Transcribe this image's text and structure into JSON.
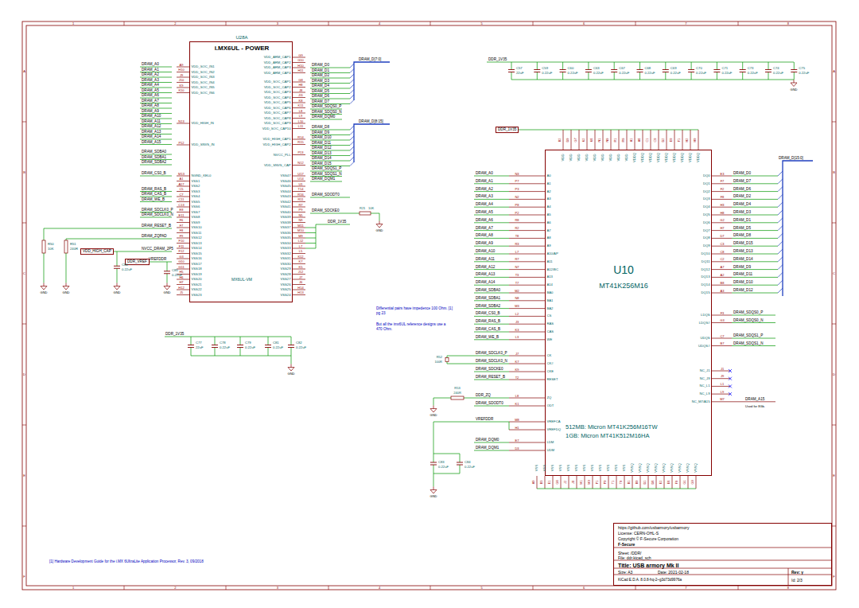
{
  "diagram": {
    "nodes": [
      {
        "text": [
          "U28A",
          "i.MX6UL - POWER",
          "MX6UL-VM"
        ]
      },
      {
        "text": [
          "U10",
          "MT41K256M16",
          "512MB: Micron MT41K256M16TW",
          "1GB: Micron MT41K512M16HA"
        ]
      },
      {
        "text": [
          "https://github.com/usbarmory/usbarmory",
          "License: CERN-OHL-S",
          "Copyright © F-Secure Corporation",
          "F-Secure",
          "Sheet: /DDR/",
          "File: ddr.kicad_sch",
          "Title: USB armory Mk II",
          "Size: A3",
          "Date: 2021-02-18",
          "Rev: γ",
          "KiCad E.D.A. 8.0.8-hq-2~g3d73d9976a",
          "Id: 2/3"
        ]
      }
    ],
    "labels": [
      "1",
      "2",
      "3",
      "4",
      "5",
      "6",
      "7",
      "8",
      "1",
      "2",
      "3",
      "4",
      "5",
      "6",
      "7",
      "8",
      "A",
      "B",
      "C",
      "D",
      "E",
      "F",
      "A",
      "B",
      "C",
      "D",
      "E",
      "F",
      "A9",
      "H10",
      "J9",
      "J10",
      "K9",
      "K10",
      "N13",
      "P12",
      "M13",
      "A1",
      "A17",
      "C5",
      "C7",
      "C11",
      "C13",
      "E8",
      "E11",
      "F6",
      "F7",
      "F8",
      "F9",
      "F10",
      "F11",
      "F12",
      "G3",
      "G10",
      "G11",
      "H5",
      "H6",
      "H7",
      "H12",
      "J5",
      "VDD_SOC_IN1",
      "VDD_SOC_IN2",
      "VDD_SOC_IN3",
      "VDD_SOC_IN4",
      "VDD_SOC_IN5",
      "VDD_SOC_IN6",
      "VDD_HIGH_IN",
      "VDD_SNVS_IN",
      "NGND_KEL0",
      "VSS1",
      "VSS2",
      "VSS3",
      "VSS4",
      "VSS5",
      "VSS6",
      "VSS7",
      "VSS8",
      "VSS9",
      "VSS10",
      "VSS11",
      "VSS12",
      "VSS13",
      "VSS14",
      "VSS15",
      "VSS16",
      "VSS17",
      "VSS18",
      "VSS19",
      "VSS20",
      "VSS21",
      "VSS22",
      "VSS23",
      "G9",
      "G10",
      "H10",
      "H11",
      "G8",
      "H8",
      "J8",
      "J11",
      "K8",
      "K11",
      "L8",
      "L9",
      "L10",
      "L11",
      "R14",
      "R15",
      "P13",
      "N12",
      "U17",
      "U14",
      "U1",
      "T14",
      "R16",
      "R11",
      "R7",
      "P9",
      "N5",
      "N9",
      "M11",
      "M10",
      "M9",
      "L12",
      "L7",
      "L5",
      "K12",
      "K7",
      "K5",
      "J12",
      "J7",
      "J6",
      "H14",
      "H13",
      "VDD_ARM_CAP1",
      "VDD_ARM_CAP2",
      "VDD_ARM_CAP3",
      "VDD_ARM_CAP4",
      "VDD_SOC_CAP1",
      "VDD_SOC_CAP2",
      "VDD_SOC_CAP3",
      "VDD_SOC_CAP4",
      "VDD_SOC_CAP5",
      "VDD_SOC_CAP6",
      "VDD_SOC_CAP7",
      "VDD_SOC_CAP8",
      "VDD_SOC_CAP9",
      "VDD_SOC_CAP10",
      "VDD_HIGH_CAP1",
      "VDD_HIGH_CAP2",
      "NVCC_PLL",
      "VDD_SNVS_CAP",
      "VSS47",
      "VSS46",
      "VSS45",
      "VSS44",
      "VSS43",
      "VSS42",
      "VSS41",
      "VSS40",
      "VSS39",
      "VSS38",
      "VSS37",
      "VSS36",
      "VSS35",
      "VSS34",
      "VSS33",
      "VSS32",
      "VSS31",
      "VSS30",
      "VSS29",
      "VSS28",
      "VSS27",
      "VSS26",
      "VSS25",
      "VSS24",
      "DRAM_A0",
      "DRAM_A1",
      "DRAM_A2",
      "DRAM_A3",
      "DRAM_A4",
      "DRAM_A5",
      "DRAM_A6",
      "DRAM_A7",
      "DRAM_A8",
      "DRAM_A9",
      "DRAM_A10",
      "DRAM_A11",
      "DRAM_A12",
      "DRAM_A13",
      "DRAM_A14",
      "DRAM_A15",
      "DRAM_SDBA0",
      "DRAM_SDBA1",
      "DRAM_SDBA2",
      "DRAM_CS0_B",
      "DRAM_RAS_B",
      "DRAM_CAS_B",
      "DRAM_WE_B",
      "DRAM_SDCLK0_P",
      "DRAM_SDCLK0_N",
      "DRAM_RESET_B",
      "DRAM_ZQPAD",
      "NVCC_DRAM_2P5",
      "VREFDDR",
      "VDD_HIGH_CAP",
      "DDR_VREF",
      "R50",
      "10K",
      "R51",
      "240R",
      "C80",
      "0.22uF",
      "C85",
      "0.22uF",
      "GND",
      "GND",
      "GND",
      "GND",
      "DRAM_D0",
      "DRAM_D1",
      "DRAM_D2",
      "DRAM_D3",
      "DRAM_D4",
      "DRAM_D5",
      "DRAM_D6",
      "DRAM_D7",
      "DRAM_SDQS0_P",
      "DRAM_SDQS0_N",
      "DRAM_DQM0",
      "DRAM_D8",
      "DRAM_D9",
      "DRAM_D10",
      "DRAM_D11",
      "DRAM_D12",
      "DRAM_D13",
      "DRAM_D14",
      "DRAM_D15",
      "DRAM_SDQS1_P",
      "DRAM_SDQS1_N",
      "DRAM_DQM1",
      "DRAM_SDODT0",
      "DRAM_SDCKE0",
      "DDR_1V35",
      "DRAM_D[7:0]",
      "DRAM_D[8:15]",
      "R21",
      "10K",
      "GND",
      "DDR_1V35",
      "C77",
      "22uF",
      "C78",
      "0.22uF",
      "C79",
      "0.22uF",
      "C81",
      "0.22uF",
      "C82",
      "0.22uF",
      "GND",
      "Differential pairs have impedence 100 Ohm. [1] pg 23",
      "But all the imx6UL reference designs use a 470 Ohm.",
      "[1] Hardware Development Guide for the i.MX 6UltraLite Application Processor, Rev. 3, 09/2018",
      "DDR_1V35",
      "C57",
      "22uF",
      "C59",
      "0.22uF",
      "C60",
      "0.22uF",
      "C63",
      "0.22uF",
      "C67",
      "0.22uF",
      "C68",
      "0.22uF",
      "C69",
      "0.22uF",
      "C70",
      "0.22uF",
      "C71",
      "0.22uF",
      "C73",
      "0.22uF",
      "C74",
      "0.22uF",
      "C75",
      "0.22uF",
      "GND",
      "DDR_1V35",
      "B2",
      "D9",
      "G7",
      "K2",
      "K8",
      "N1",
      "N9",
      "R1",
      "R9",
      "A1",
      "A8",
      "C1",
      "C9",
      "D2",
      "E9",
      "F1",
      "H2",
      "H9",
      "VDD",
      "VDD",
      "VDD",
      "VDD",
      "VDD",
      "VDD",
      "VDD",
      "VDD",
      "VDD",
      "VDDQ",
      "VDDQ",
      "VDDQ",
      "VDDQ",
      "VDDQ",
      "VDDQ",
      "VDDQ",
      "VDDQ",
      "VDDQ",
      "VSS",
      "VSS",
      "VSS",
      "VSS",
      "VSS",
      "VSS",
      "VSS",
      "VSS",
      "VSS",
      "VSS",
      "VSS",
      "VSS",
      "VSSQ",
      "VSSQ",
      "VSSQ",
      "VSSQ",
      "VSSQ",
      "VSSQ",
      "VSSQ",
      "VSSQ",
      "VSSQ",
      "A9",
      "B3",
      "E1",
      "G8",
      "J2",
      "J8",
      "M1",
      "M9",
      "P1",
      "P9",
      "T1",
      "T9",
      "B1",
      "B9",
      "D1",
      "D8",
      "E2",
      "E8",
      "F9",
      "G1",
      "G9",
      "N3",
      "P7",
      "P3",
      "N2",
      "P8",
      "P2",
      "R8",
      "R2",
      "T8",
      "R3",
      "L7",
      "R7",
      "N7",
      "T3",
      "T7",
      "M2",
      "N8",
      "M3",
      "L2",
      "J3",
      "K3",
      "L3",
      "J7",
      "K7",
      "K9",
      "T2",
      "L8",
      "K1",
      "M8",
      "H1",
      "E7",
      "D3",
      "A0",
      "A1",
      "A2",
      "A3",
      "A4",
      "A5",
      "A6",
      "A7",
      "A8",
      "A9",
      "A10/AP",
      "A11",
      "A12/BC",
      "A13",
      "A14",
      "BA0",
      "BA1",
      "BA2",
      "CS",
      "RAS",
      "CAS",
      "WE",
      "CK",
      "CK#",
      "CKE",
      "RESET",
      "ZQ",
      "ODT",
      "VREFCA",
      "VREFDQ",
      "LDM",
      "UDM",
      "DRAM_A0",
      "DRAM_A1",
      "DRAM_A2",
      "DRAM_A3",
      "DRAM_A4",
      "DRAM_A5",
      "DRAM_A6",
      "DRAM_A7",
      "DRAM_A8",
      "DRAM_A9",
      "DRAM_A10",
      "DRAM_A11",
      "DRAM_A12",
      "DRAM_A13",
      "DRAM_A14",
      "DRAM_SDBA0",
      "DRAM_SDBA1",
      "DRAM_SDBA2",
      "DRAM_CS0_B",
      "DRAM_RAS_B",
      "DRAM_CAS_B",
      "DRAM_WE_B",
      "DRAM_SDCLK0_P",
      "DRAM_SDCLK0_N",
      "DRAM_SDCKE0",
      "DRAM_RESET_B",
      "DDR_ZQ",
      "DRAM_SDODT0",
      "VREFDDR",
      "DRAM_DQM0",
      "DRAM_DQM1",
      "R52",
      "100R",
      "R53",
      "240R",
      "GND",
      "C83",
      "0.22uF",
      "C84",
      "0.22uF",
      "GND",
      "DQ0",
      "DQ1",
      "DQ2",
      "DQ3",
      "DQ4",
      "DQ5",
      "DQ6",
      "DQ7",
      "DQ8",
      "DQ9",
      "DQ10",
      "DQ11",
      "DQ12",
      "DQ13",
      "DQ14",
      "DQ15",
      "LDQS",
      "LDQS#",
      "UDQS",
      "UDQS#",
      "NC_J1",
      "NC_J9",
      "NC_L1",
      "NC_L9",
      "NC_M7/A15",
      "E3",
      "F7",
      "F2",
      "F8",
      "H3",
      "H8",
      "G2",
      "H7",
      "D7",
      "C3",
      "C8",
      "C2",
      "A7",
      "A2",
      "B8",
      "A3",
      "F3",
      "G3",
      "C7",
      "B7",
      "J1",
      "J9",
      "L1",
      "L9",
      "M7",
      "DRAM_D0",
      "DRAM_D7",
      "DRAM_D6",
      "DRAM_D2",
      "DRAM_D4",
      "DRAM_D3",
      "DRAM_D1",
      "DRAM_D5",
      "DRAM_D8",
      "DRAM_D15",
      "DRAM_D13",
      "DRAM_D14",
      "DRAM_D9",
      "DRAM_D11",
      "DRAM_D10",
      "DRAM_D12",
      "DRAM_SDQS0_P",
      "DRAM_SDQS0_N",
      "DRAM_SDQS1_P",
      "DRAM_SDQS1_N",
      "DRAM_A15",
      "Used for 8Gb.",
      "DRAM_D[15:0]"
    ]
  }
}
